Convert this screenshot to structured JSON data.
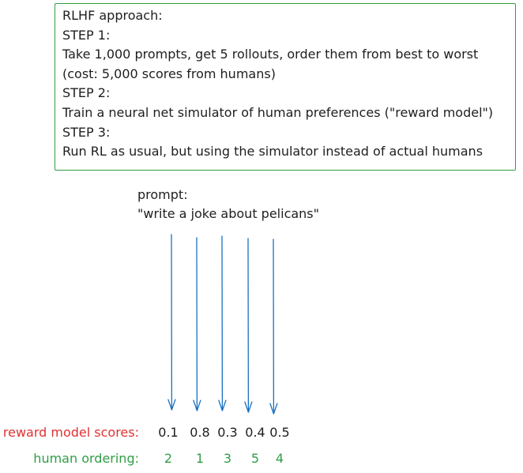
{
  "box": {
    "border_color": "#2f9e44",
    "lines": [
      "RLHF approach:",
      "STEP 1:",
      "Take 1,000 prompts, get 5 rollouts, order them from best to worst",
      "(cost: 5,000 scores from humans)",
      "STEP 2:",
      "Train a neural net  simulator of human preferences (\"reward model\")",
      "STEP 3:",
      "Run RL as usual, but using the simulator instead of actual humans"
    ]
  },
  "prompt": {
    "label": "prompt:",
    "text": "\"write a joke about pelicans\""
  },
  "arrow_color": "#1971c2",
  "scores": {
    "label": "reward model scores:",
    "color": "#e03131",
    "values": [
      "0.1",
      "0.8",
      "0.3",
      "0.4",
      "0.5"
    ]
  },
  "ordering": {
    "label": "human ordering:",
    "color": "#2f9e44",
    "values": [
      "2",
      "1",
      "3",
      "5",
      "4"
    ]
  }
}
